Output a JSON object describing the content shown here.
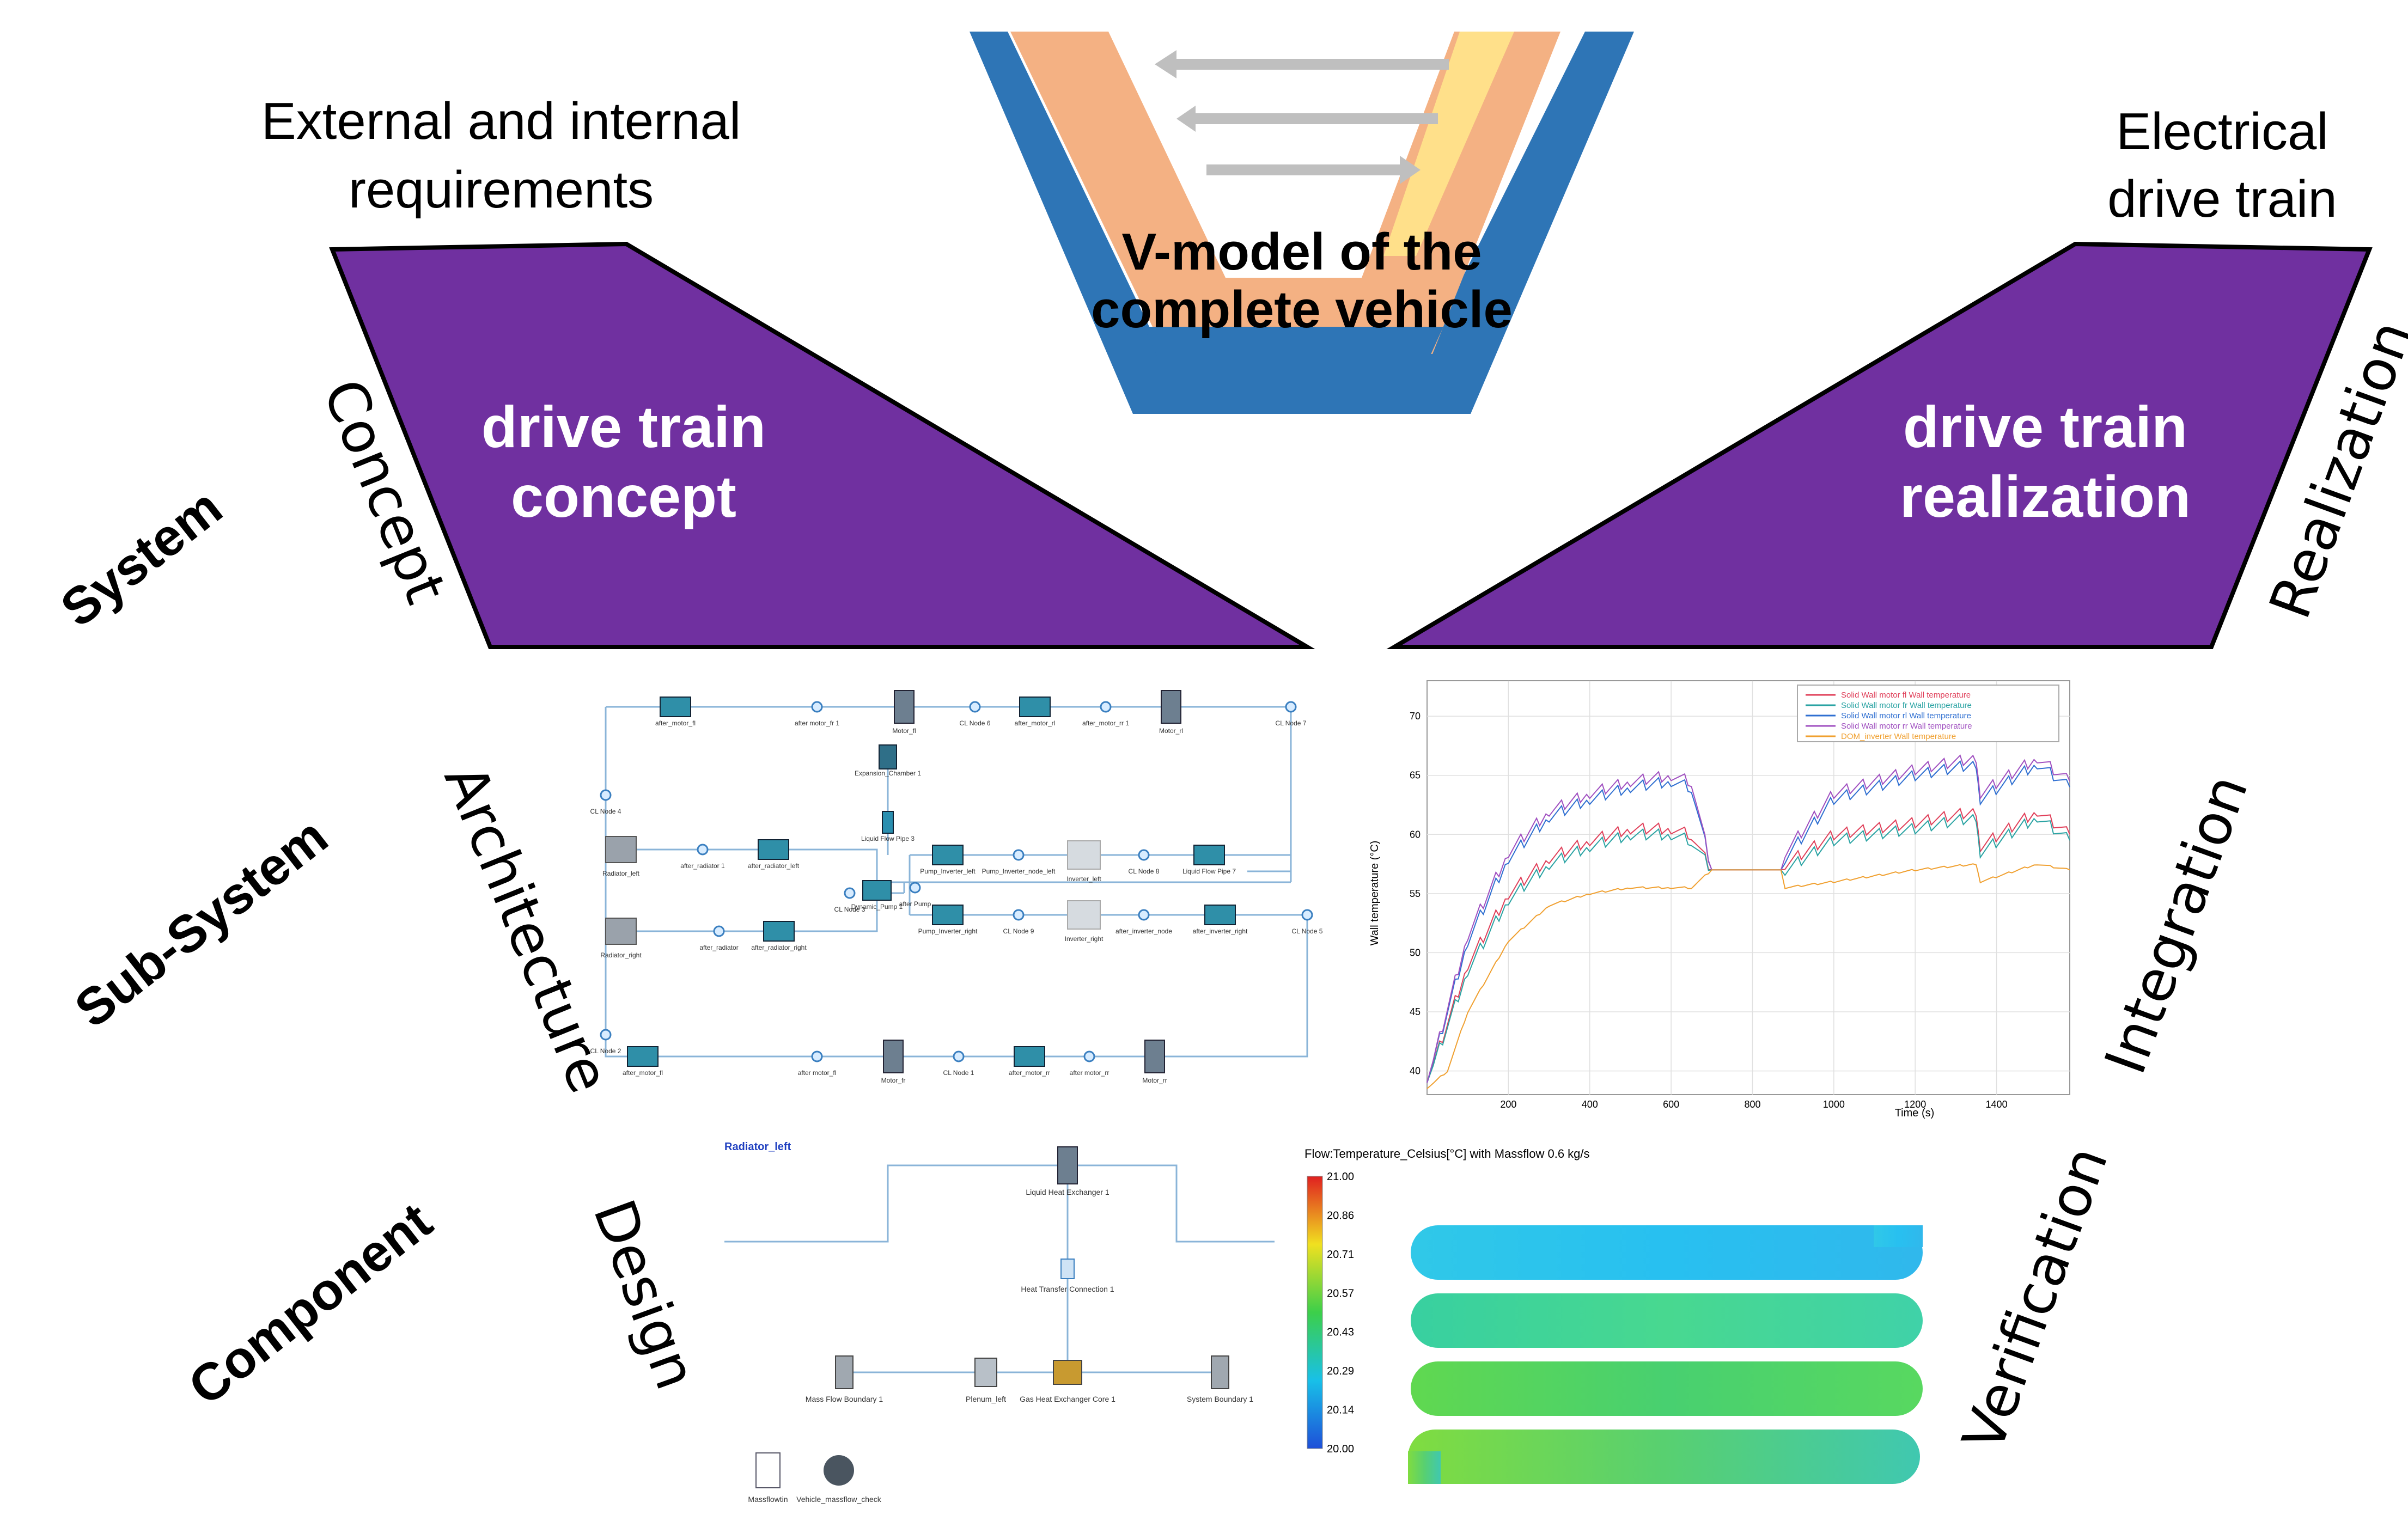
{
  "vmodel": {
    "title_line1": "V-model of the",
    "title_line2": "complete vehicle"
  },
  "left_heading": {
    "line1": "External and internal",
    "line2": "requirements"
  },
  "right_heading": {
    "line1": "Electrical",
    "line2": "drive train"
  },
  "left_box": {
    "line1": "drive train",
    "line2": "concept"
  },
  "right_box": {
    "line1": "drive train",
    "line2": "realization"
  },
  "phase_labels": {
    "concept": "Concept",
    "realization": "Realization",
    "architecture": "Architecture",
    "integration": "Integration",
    "design": "Design",
    "verification": "Verification"
  },
  "levels": {
    "system": "System",
    "subsystem": "Sub-System",
    "component": "Component"
  },
  "architecture_nodes": [
    "after_motor_fl",
    "after motor_fr 1",
    "Motor_fl",
    "CL Node 6",
    "after_motor_rl",
    "after_motor_rr 1",
    "Motor_rl",
    "CL Node 7",
    "Expansion_Chamber 1",
    "Liquid Flow Pipe 3",
    "CL Node 4",
    "Radiator_left",
    "after_radiator 1",
    "after_radiator_left",
    "CL Node 3",
    "Dynamic_Pump 1",
    "after Pump",
    "Pump_Inverter_left",
    "Pump_Inverter_node_left",
    "Inverter_left",
    "CL Node 8",
    "Liquid Flow Pipe 7",
    "Radiator_right",
    "after_radiator",
    "after_radiator_right",
    "Pump_Inverter_right",
    "CL Node 9",
    "Inverter_right",
    "after_inverter_node",
    "after_inverter_right",
    "CL Node 5",
    "CL Node 2",
    "after_motor_fl",
    "after motor_fl",
    "Motor_fr",
    "CL Node 1",
    "after_motor_rr",
    "after motor_rr",
    "Motor_rr"
  ],
  "design_diagram": {
    "title": "Radiator_left",
    "nodes": [
      "Liquid Heat Exchanger 1",
      "Heat Transfer Connection 1",
      "Mass Flow Boundary 1",
      "Plenum_left",
      "Gas Heat Exchanger Core 1",
      "System Boundary 1",
      "Massflowtin",
      "Vehicle_massflow_check"
    ]
  },
  "contour": {
    "title": "Flow:Temperature_Celsius[°C] with Massflow 0.6 kg/s",
    "scale": [
      "21.00",
      "20.86",
      "20.71",
      "20.57",
      "20.43",
      "20.29",
      "20.14",
      "20.00"
    ]
  },
  "colors": {
    "purple": "#7030a0",
    "v_blue": "#2e75b6",
    "v_orange": "#f4b183",
    "v_yellow": "#ffe08a",
    "arrow_gray": "#bfbfbf"
  },
  "chart_data": {
    "type": "line",
    "xlabel": "Time (s)",
    "ylabel": "Wall temperature (°C)",
    "xlim": [
      0,
      1580
    ],
    "ylim": [
      38,
      73
    ],
    "xticks": [
      200,
      400,
      600,
      800,
      1000,
      1200,
      1400
    ],
    "yticks": [
      40,
      45,
      50,
      55,
      60,
      65,
      70
    ],
    "legend_position": "top-right",
    "series": [
      {
        "name": "Solid Wall motor fl Wall temperature",
        "color": "#e0405a",
        "x": [
          0,
          100,
          200,
          300,
          400,
          500,
          600,
          650,
          700,
          870,
          880,
          1000,
          1200,
          1350,
          1360,
          1500,
          1580
        ],
        "y": [
          39,
          49,
          55,
          58,
          59.5,
          60.5,
          60.5,
          60,
          57,
          57,
          57.5,
          60,
          61,
          62,
          59,
          62,
          60
        ]
      },
      {
        "name": "Solid Wall motor fr Wall temperature",
        "color": "#2aa3a3",
        "x": [
          0,
          100,
          200,
          300,
          400,
          500,
          600,
          650,
          700,
          870,
          880,
          1000,
          1200,
          1350,
          1360,
          1500,
          1580
        ],
        "y": [
          39,
          48.5,
          54.5,
          57.5,
          59,
          60,
          60,
          59.5,
          57,
          57,
          57,
          59.5,
          60.5,
          61.5,
          58.5,
          61.5,
          59.5
        ]
      },
      {
        "name": "Solid Wall motor rl Wall temperature",
        "color": "#2f6fd1",
        "x": [
          0,
          100,
          200,
          300,
          400,
          500,
          600,
          650,
          700,
          870,
          880,
          1000,
          1200,
          1350,
          1360,
          1500,
          1580
        ],
        "y": [
          39,
          51,
          58,
          61.5,
          63,
          64,
          64.5,
          64,
          57,
          57,
          58,
          63,
          65,
          66,
          63,
          66,
          64
        ]
      },
      {
        "name": "Solid Wall motor rr Wall temperature",
        "color": "#a050c0",
        "x": [
          0,
          100,
          200,
          300,
          400,
          500,
          600,
          650,
          700,
          870,
          880,
          1000,
          1200,
          1350,
          1360,
          1500,
          1580
        ],
        "y": [
          39,
          51.5,
          58.5,
          62,
          63.5,
          64.5,
          65,
          64.5,
          57,
          57,
          58.5,
          63.5,
          65.5,
          66.5,
          63.5,
          66.5,
          64.5
        ]
      },
      {
        "name": "DOM_inverter Wall temperature",
        "color": "#f0a030",
        "x": [
          0,
          50,
          100,
          200,
          300,
          400,
          500,
          600,
          650,
          700,
          870,
          880,
          1000,
          1200,
          1350,
          1360,
          1500,
          1580
        ],
        "y": [
          38.5,
          40,
          45,
          51,
          54,
          55,
          55.5,
          55.5,
          55.5,
          57,
          57,
          55.5,
          56,
          57,
          57.5,
          56,
          57.5,
          57
        ]
      }
    ]
  }
}
